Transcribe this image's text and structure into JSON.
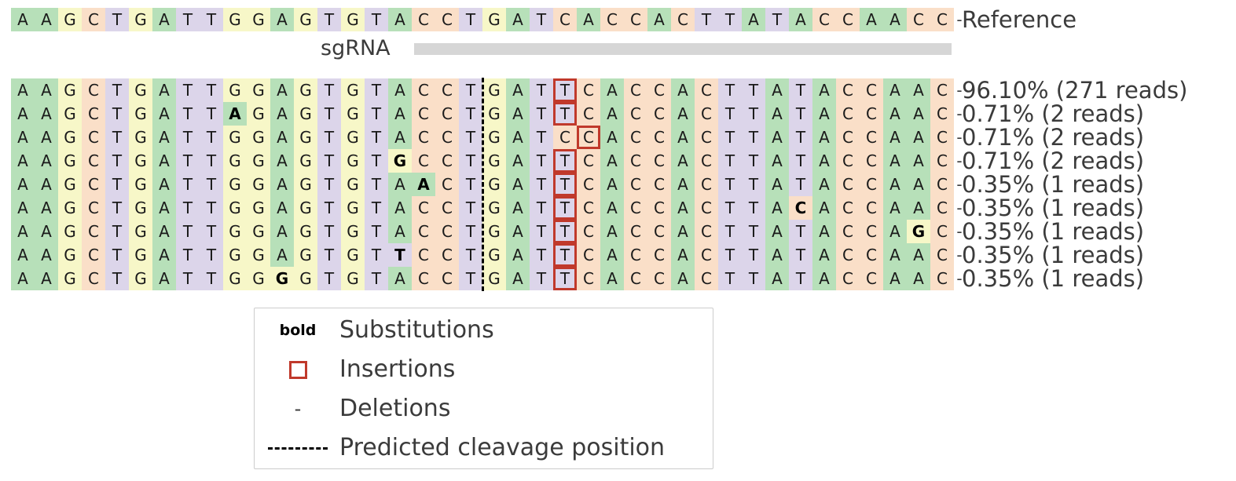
{
  "reference": {
    "label": "Reference",
    "sequence": "AAGCTGATTGGAGTGTACCTGATCACCACTTATACCAACC",
    "trailing_dash": "-"
  },
  "sgrna": {
    "label": "sgRNA"
  },
  "cleavage": {
    "after_column": 20
  },
  "alleles": [
    {
      "sequence": "AAGCTGATTGGAGTGTACCTGATTCACCACTTATACCAAC",
      "trailing_dash": "-",
      "substitutions": [],
      "insertions": [
        23
      ],
      "percent": "96.10%",
      "reads": "271",
      "label": "96.10% (271 reads)"
    },
    {
      "sequence": "AAGCTGATTAGAGTGTACCTGATTCACCACTTATACCAAC",
      "trailing_dash": "-",
      "substitutions": [
        9
      ],
      "insertions": [
        23
      ],
      "percent": "0.71%",
      "reads": "2",
      "label": "0.71% (2 reads)"
    },
    {
      "sequence": "AAGCTGATTGGAGTGTACCTGATCCACCACTTATACCAAC",
      "trailing_dash": "-",
      "substitutions": [],
      "insertions": [
        24
      ],
      "percent": "0.71%",
      "reads": "2",
      "label": "0.71% (2 reads)"
    },
    {
      "sequence": "AAGCTGATTGGAGTGTGCCTGATTCACCACTTATACCAAC",
      "trailing_dash": "-",
      "substitutions": [
        16
      ],
      "insertions": [
        23
      ],
      "percent": "0.71%",
      "reads": "2",
      "label": "0.71% (2 reads)"
    },
    {
      "sequence": "AAGCTGATTGGAGTGTAACTGATTCACCACTTATACCAAC",
      "trailing_dash": "-",
      "substitutions": [
        17
      ],
      "insertions": [
        23
      ],
      "percent": "0.35%",
      "reads": "1",
      "label": "0.35% (1 reads)"
    },
    {
      "sequence": "AAGCTGATTGGAGTGTACCTGATTCACCACTTACACCAAC",
      "trailing_dash": "-",
      "substitutions": [
        33
      ],
      "insertions": [
        23
      ],
      "percent": "0.35%",
      "reads": "1",
      "label": "0.35% (1 reads)"
    },
    {
      "sequence": "AAGCTGATTGGAGTGTACCTGATTCACCACTTATACCAGC",
      "trailing_dash": "-",
      "substitutions": [
        38
      ],
      "insertions": [
        23
      ],
      "percent": "0.35%",
      "reads": "1",
      "label": "0.35% (1 reads)"
    },
    {
      "sequence": "AAGCTGATTGGAGTGTTCCTGATTCACCACTTATACCAAC",
      "trailing_dash": "-",
      "substitutions": [
        16
      ],
      "insertions": [
        23
      ],
      "percent": "0.35%",
      "reads": "1",
      "label": "0.35% (1 reads)"
    },
    {
      "sequence": "AAGCTGATTGGGGTGTACCTGATTCACCACTTATACCAAC",
      "trailing_dash": "-",
      "substitutions": [
        11
      ],
      "insertions": [
        23
      ],
      "percent": "0.35%",
      "reads": "1",
      "label": "0.35% (1 reads)"
    }
  ],
  "legend": {
    "items": [
      {
        "key": "bold",
        "key_type": "bold-text",
        "text": "Substitutions"
      },
      {
        "key": "",
        "key_type": "red-square",
        "text": "Insertions"
      },
      {
        "key": "-",
        "key_type": "dash-char",
        "text": "Deletions"
      },
      {
        "key": "",
        "key_type": "dashed-line",
        "text": "Predicted cleavage position"
      }
    ]
  },
  "colors": {
    "A": "#b7e0b9",
    "T": "#dcd5ea",
    "G": "#f7f7c8",
    "C": "#fadfc8",
    "insertion_box": "#c0392b",
    "sgrna_bar": "#d6d6d6",
    "text": "#3b3b3b"
  }
}
